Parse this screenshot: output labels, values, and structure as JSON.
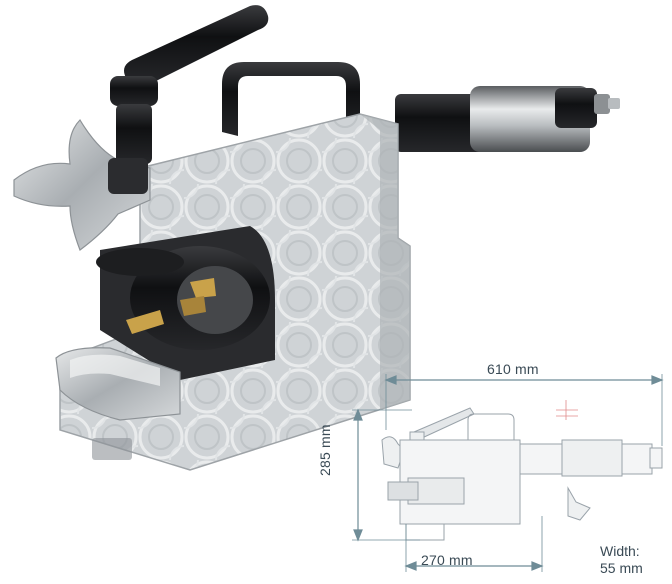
{
  "dimensions": {
    "length_total": "610 mm",
    "height": "285 mm",
    "length_base": "270 mm",
    "width_label": "Width:",
    "width_value": "55 mm"
  },
  "colors": {
    "body_aluminum": "#c9cdd0",
    "handle_black": "#1c1c1e",
    "cutter_gold": "#c9a24a",
    "line_art": "#9aa3aa",
    "dimension_line": "#6f8c97",
    "accent_red": "#e08a8a"
  }
}
